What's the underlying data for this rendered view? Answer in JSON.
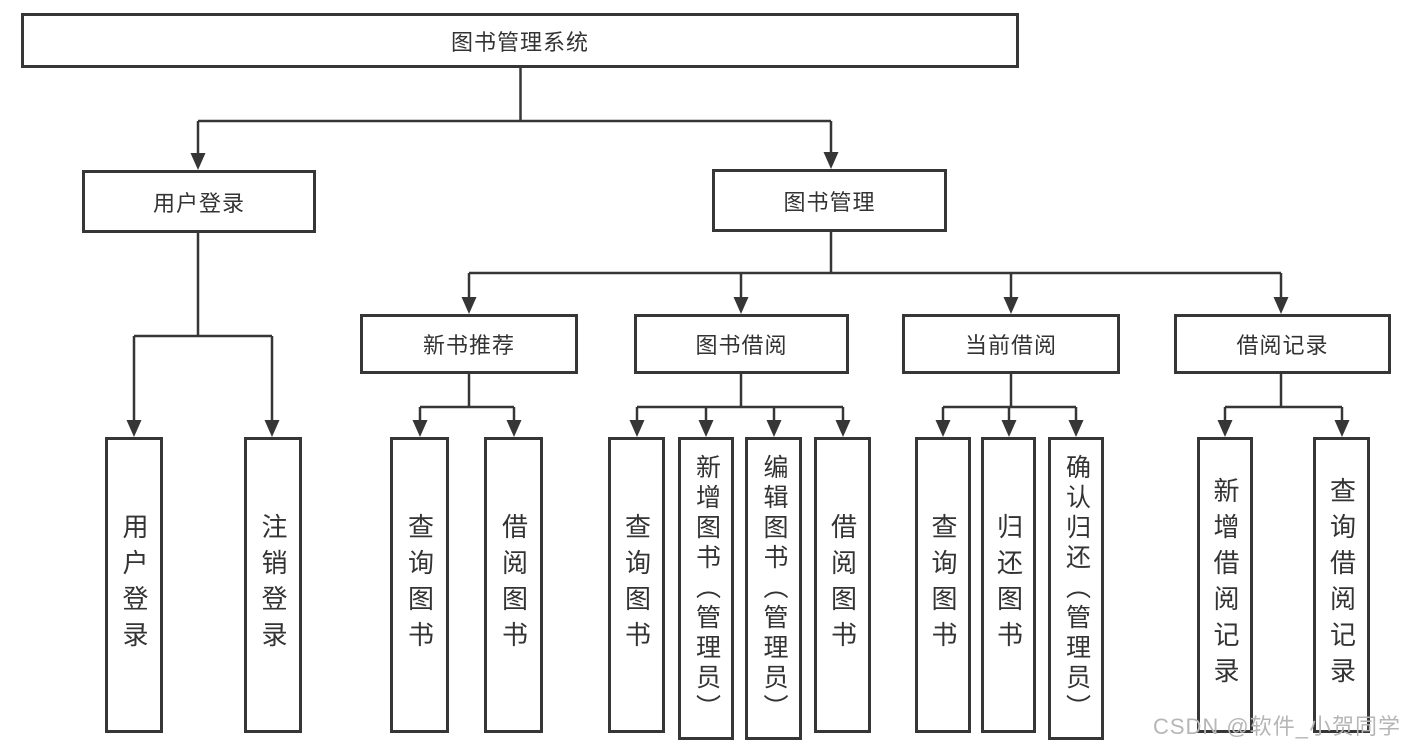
{
  "diagram": {
    "root": {
      "label": "图书管理系统"
    },
    "level2": [
      {
        "id": "user-login",
        "label": "用户登录"
      },
      {
        "id": "book-management",
        "label": "图书管理"
      }
    ],
    "level3": [
      {
        "id": "new-book-recommendation",
        "label": "新书推荐"
      },
      {
        "id": "book-borrowing",
        "label": "图书借阅"
      },
      {
        "id": "current-borrowing",
        "label": "当前借阅"
      },
      {
        "id": "borrowing-records",
        "label": "借阅记录"
      }
    ],
    "leaves": [
      {
        "id": "user-login-leaf",
        "label": "用户登录"
      },
      {
        "id": "logout",
        "label": "注销登录"
      },
      {
        "id": "query-books-recommend",
        "label": "查询图书"
      },
      {
        "id": "borrow-books-recommend",
        "label": "借阅图书"
      },
      {
        "id": "query-books-borrowing",
        "label": "查询图书"
      },
      {
        "id": "add-books-admin",
        "label": "新增图书（管理员）"
      },
      {
        "id": "edit-books-admin",
        "label": "编辑图书（管理员）"
      },
      {
        "id": "borrow-books-borrowing",
        "label": "借阅图书"
      },
      {
        "id": "query-books-current",
        "label": "查询图书"
      },
      {
        "id": "return-books",
        "label": "归还图书"
      },
      {
        "id": "confirm-return-admin",
        "label": "确认归还（管理员）"
      },
      {
        "id": "add-borrow-record",
        "label": "新增借阅记录"
      },
      {
        "id": "query-borrow-record",
        "label": "查询借阅记录"
      }
    ],
    "watermark": "CSDN @软件_小贺同学",
    "colors": {
      "line": "#363636",
      "text": "#333333",
      "background": "#ffffff",
      "watermark": "#b6b6b6"
    }
  }
}
